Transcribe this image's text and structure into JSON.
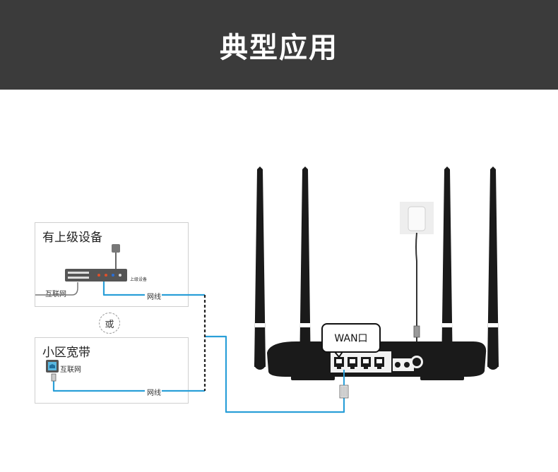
{
  "header": {
    "title": "典型应用"
  },
  "upper_device_panel": {
    "title": "有上级设备",
    "device_label": "上级设备",
    "internet_label": "互联网",
    "cable_label": "网线"
  },
  "or_label": "或",
  "broadband_panel": {
    "title": "小区宽带",
    "internet_label": "互联网",
    "cable_label": "网线"
  },
  "router": {
    "wan_label": "WAN口"
  },
  "colors": {
    "banner": "#3b3b3b",
    "cable": "#2a9fd8",
    "router_body": "#1a1a1a"
  }
}
